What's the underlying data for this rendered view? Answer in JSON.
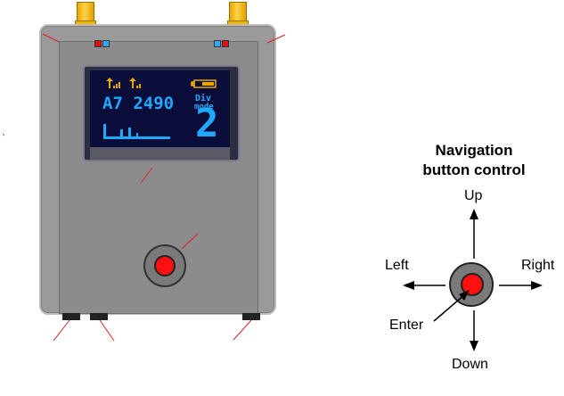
{
  "device": {
    "oled": {
      "line1": "A7 2490",
      "mode_label_1": "Div",
      "mode_label_2": "mode",
      "mode_value": "2"
    },
    "colors": {
      "body": "#9a9a9a",
      "oled_text": "#1ea9ff",
      "button": "#ff1010",
      "antenna": "#f2b800",
      "pointer_lines": "#e02020"
    }
  },
  "navigation": {
    "title_line1": "Navigation",
    "title_line2": "button control",
    "up": "Up",
    "down": "Down",
    "left": "Left",
    "right": "Right",
    "enter": "Enter"
  }
}
